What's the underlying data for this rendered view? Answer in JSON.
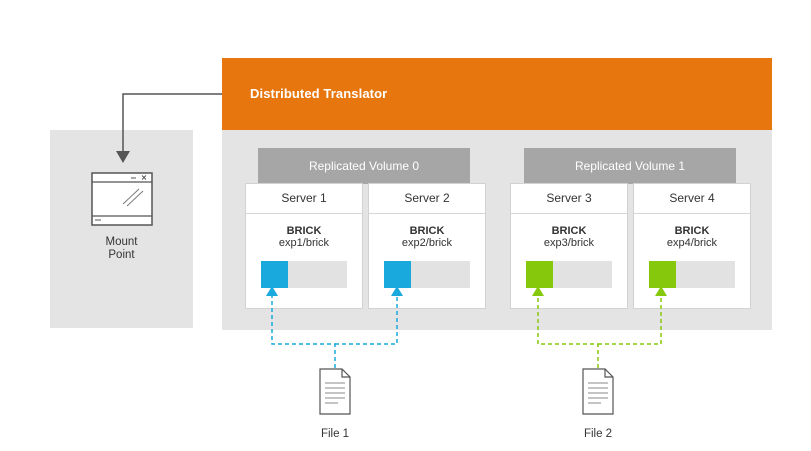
{
  "translator": {
    "title": "Distributed Translator"
  },
  "mount": {
    "label_line1": "Mount",
    "label_line2": "Point"
  },
  "volumes": [
    {
      "title": "Replicated Volume 0"
    },
    {
      "title": "Replicated Volume 1"
    }
  ],
  "servers": [
    {
      "name": "Server 1",
      "brick": "BRICK",
      "path": "exp1/brick"
    },
    {
      "name": "Server 2",
      "brick": "BRICK",
      "path": "exp2/brick"
    },
    {
      "name": "Server 3",
      "brick": "BRICK",
      "path": "exp3/brick"
    },
    {
      "name": "Server 4",
      "brick": "BRICK",
      "path": "exp4/brick"
    }
  ],
  "files": [
    {
      "label": "File 1"
    },
    {
      "label": "File 2"
    }
  ],
  "colors": {
    "translator": "#e8760f",
    "volume0": "#1aa9dd",
    "volume1": "#86c90c",
    "panel": "#e4e4e4",
    "header": "#a6a6a6"
  }
}
